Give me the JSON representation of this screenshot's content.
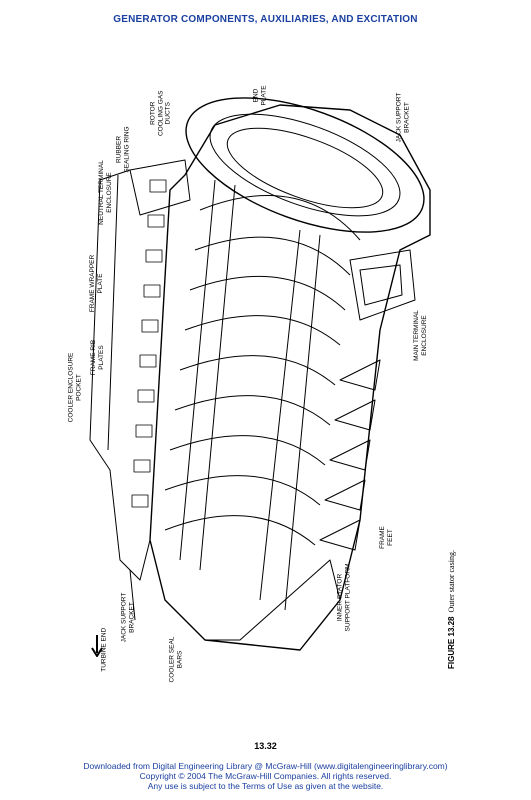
{
  "running_head": "GENERATOR COMPONENTS, AUXILIARIES, AND EXCITATION",
  "figure": {
    "labels": {
      "end_plate": "END\nPLATE",
      "rotor_cooling_gas_ducts": "ROTOR\nCOOLING GAS\nDUCTS",
      "rubber_sealing_ring": "RUBBER\nSEALING RING",
      "neutral_terminal_enclosure": "NEUTRAL TERMINAL\nENCLOSURE",
      "jack_support_bracket_top": "JACK SUPPORT\nBRACKET",
      "frame_wrapper_plate": "FRAME WRAPPER\nPLATE",
      "main_terminal_enclosure": "MAIN TERMINAL\nENCLOSURE",
      "frame_rib_plates": "FRAME RIB\nPLATES",
      "cooler_enclosure_pocket": "COOLER ENCLOSURE\nPOCKET",
      "frame_feet": "FRAME\nFEET",
      "inner_stator_support_platform": "INNER STATOR\nSUPPORT PLATFORM",
      "jack_support_bracket_bottom": "JACK SUPPORT\nBRACKET",
      "cooler_seal_bars": "COOLER SEAL\nBARS",
      "turbine_end": "TURBINE END"
    },
    "caption_number": "FIGURE 13.28",
    "caption_text": "Outer stator casing."
  },
  "page_number": "13.32",
  "footer": {
    "line1": "Downloaded from Digital Engineering Library @ McGraw-Hill (www.digitalengineeringlibrary.com)",
    "line2": "Copyright © 2004 The McGraw-Hill Companies. All rights reserved.",
    "line3": "Any use is subject to the Terms of Use as given at the website."
  }
}
